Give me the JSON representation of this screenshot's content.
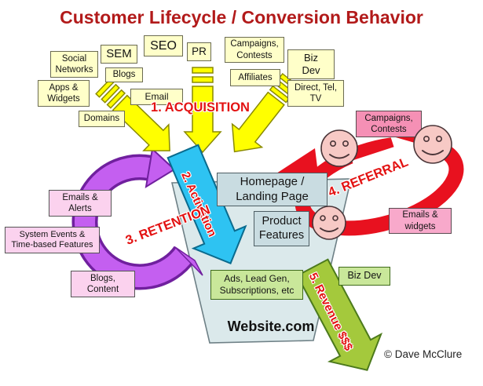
{
  "title": "Customer Lifecycle / Conversion Behavior",
  "copyright": "© Dave McClure",
  "stages": {
    "acquisition": "1. ACQUISITION",
    "activation": "2. Activation",
    "retention": "3. RETENTION",
    "referral": "4. REFERRAL",
    "revenue": "5. Revenue $$$"
  },
  "acquisition_channels": {
    "social_networks": "Social\nNetworks",
    "sem": "SEM",
    "seo": "SEO",
    "pr": "PR",
    "campaigns_contests": "Campaigns,\nContests",
    "biz_dev": "Biz\nDev",
    "blogs": "Blogs",
    "affiliates": "Affiliates",
    "apps_widgets": "Apps &\nWidgets",
    "email": "Email",
    "direct_tel_tv": "Direct, Tel,\nTV",
    "domains": "Domains"
  },
  "retention_channels": {
    "emails_alerts": "Emails &\nAlerts",
    "system_events": "System Events &\nTime-based Features",
    "blogs_content": "Blogs,\nContent"
  },
  "referral_channels": {
    "campaigns_contests": "Campaigns,\nContests",
    "emails_widgets": "Emails &\nwidgets"
  },
  "revenue_channels": {
    "ads_leadgen": "Ads, Lead Gen,\nSubscriptions, etc",
    "biz_dev": "Biz Dev"
  },
  "website": {
    "homepage": "Homepage /\nLanding Page",
    "product_features": "Product\nFeatures",
    "domain": "Website.com"
  },
  "colors": {
    "title_red": "#B21A1A",
    "label_red": "#E31212",
    "arrow_yellow": "#FFFF00",
    "box_yellow": "#FFFFC9",
    "activation_cyan": "#2EC3F2",
    "retention_purple": "#C45FF0",
    "referral_red": "#E8111F",
    "revenue_green": "#A4C93C",
    "box_green": "#C9E79A",
    "box_pink_light": "#FBD2EE",
    "box_pink": "#F590B5",
    "funnel_fill": "#DBE9EB",
    "panel_fill": "#C9DCE1",
    "smiley_pink": "#F7C9C5"
  }
}
